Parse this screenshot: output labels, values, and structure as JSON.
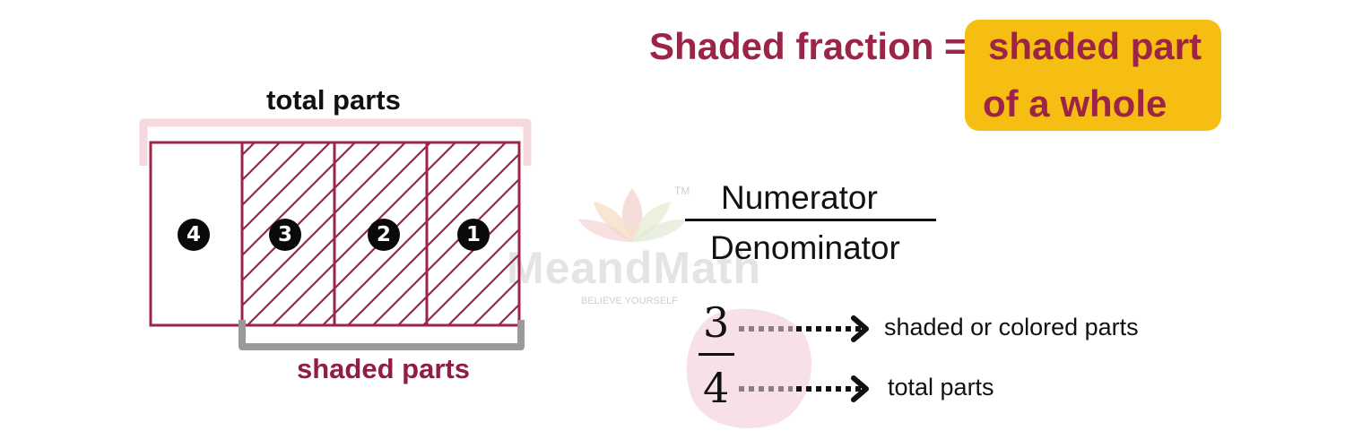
{
  "watermark": {
    "brand": "MeandMath",
    "tagline": "BELIEVE YOURSELF",
    "trademark": "TM",
    "logo_icon": "lotus-icon"
  },
  "diagram": {
    "total_label": "total parts",
    "shaded_label": "shaded parts",
    "parts": [
      {
        "number": "4",
        "shaded": false
      },
      {
        "number": "3",
        "shaded": true
      },
      {
        "number": "2",
        "shaded": true
      },
      {
        "number": "1",
        "shaded": true
      }
    ],
    "colors": {
      "outline": "#9b2447",
      "total_bracket": "#f6d9df",
      "shaded_bracket": "#9a9a9a",
      "shaded_label": "#8f1d45"
    }
  },
  "formula": {
    "lhs": "Shaded fraction =",
    "rhs_line1": "shaded part",
    "rhs_line2": "of a whole",
    "text_color": "#9b2447",
    "highlight_color": "#f6be12"
  },
  "generic_fraction": {
    "numerator": "Numerator",
    "denominator": "Denominator"
  },
  "example": {
    "numerator": "3",
    "denominator": "4",
    "numerator_desc": "shaded or colored parts",
    "denominator_desc": "total parts"
  }
}
